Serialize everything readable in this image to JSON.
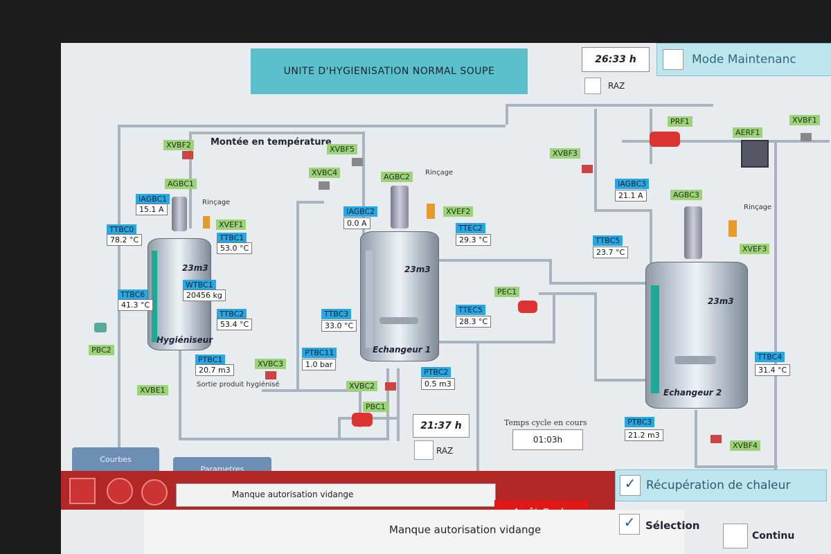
{
  "header": {
    "title": "UNITE D'HYGIENISATION NORMAL SOUPE",
    "timer_main": "26:33 h",
    "raz_label": "RAZ",
    "mode_maintenance": "Mode Maintenanc"
  },
  "section_label": "Montée en température",
  "labels": {
    "rincage": "Rinçage",
    "sortie_produit": "Sortie produit hygiénisé"
  },
  "vessels": {
    "hygieniseur": {
      "name": "Hygiéniseur",
      "volume": "23m3"
    },
    "echangeur1": {
      "name": "Echangeur 1",
      "volume": "23m3"
    },
    "echangeur2": {
      "name": "Echangeur 2",
      "volume": "23m3"
    }
  },
  "hyg": {
    "xvbf": "XVBF2",
    "agbc1": "AGBC1",
    "iagbc1": "IAGBC1",
    "iagbc1_val": "15.1 A",
    "ttbc": "TTBC0",
    "ttbc_val": "78.2 °C",
    "xvef1": "XVEF1",
    "ttbc1": "TTBC1",
    "ttbc1_val": "53.0 °C",
    "wtbc1": "WTBC1",
    "wtbc1_val": "20456 kg",
    "ttbc6": "TTBC6",
    "ttbc6_val": "41.3 °C",
    "ttbc2": "TTBC2",
    "ttbc2_val": "53.4 °C",
    "ptbc1": "PTBC1",
    "ptbc1_val": "20.7 m3",
    "xvbc3": "XVBC3",
    "xvbe1": "XVBE1",
    "pbc2": "PBC2"
  },
  "ech1": {
    "xvbf5": "XVBF5",
    "xvbc4": "XVBC4",
    "agbc2": "AGBC2",
    "iagbc2": "IAGBC2",
    "iagbc2_val": "0.0 A",
    "xvef2": "XVEF2",
    "ttec2": "TTEC2",
    "ttec2_val": "29.3 °C",
    "ttbc3": "TTBC3",
    "ttbc3_val": "33.0 °C",
    "ttec5": "TTEC5",
    "ttec5_val": "28.3 °C",
    "pec1": "PEC1",
    "ptbc11": "PTBC11",
    "ptbc11_val": "1.0 bar",
    "ptbc2": "PTBC2",
    "ptbc2_val": "0.5 m3",
    "xvbc2": "XVBC2",
    "pbc1": "PBC1",
    "timer2": "21:37 h",
    "raz2": "RAZ"
  },
  "ech2": {
    "xvbf3": "XVBF3",
    "prf1": "PRF1",
    "xvbf1": "XVBF1",
    "aerf1": "AERF1",
    "iagbc3": "IAGBC3",
    "iagbc3_val": "21.1 A",
    "agbc3": "AGBC3",
    "ttbc5": "TTBC5",
    "ttbc5_val": "23.7 °C",
    "xvef3": "XVEF3",
    "ttbc4": "TTBC4",
    "ttbc4_val": "31.4 °C",
    "ptbc3": "PTBC3",
    "ptbc3_val": "21.2 m3",
    "xvbf4": "XVBF4"
  },
  "cycle": {
    "label": "Temps cycle en cours",
    "value": "01:03h"
  },
  "tabs": {
    "courbes": "Courbes",
    "parametres": "Parametres"
  },
  "bottom": {
    "msg_small": "Manque autorisation vidange",
    "msg_large": "Manque autorisation vidange",
    "arret": "Arrêt Cycle",
    "recuperation": "Récupération de chaleur",
    "selection": "Sélection",
    "continu": "Continu"
  },
  "colors": {
    "tag_blue": "#2aa7e0",
    "tag_green": "#9ed27a",
    "banner": "#5bc0cc",
    "alarm_red": "#e01818",
    "level_green": "#1ea896"
  }
}
